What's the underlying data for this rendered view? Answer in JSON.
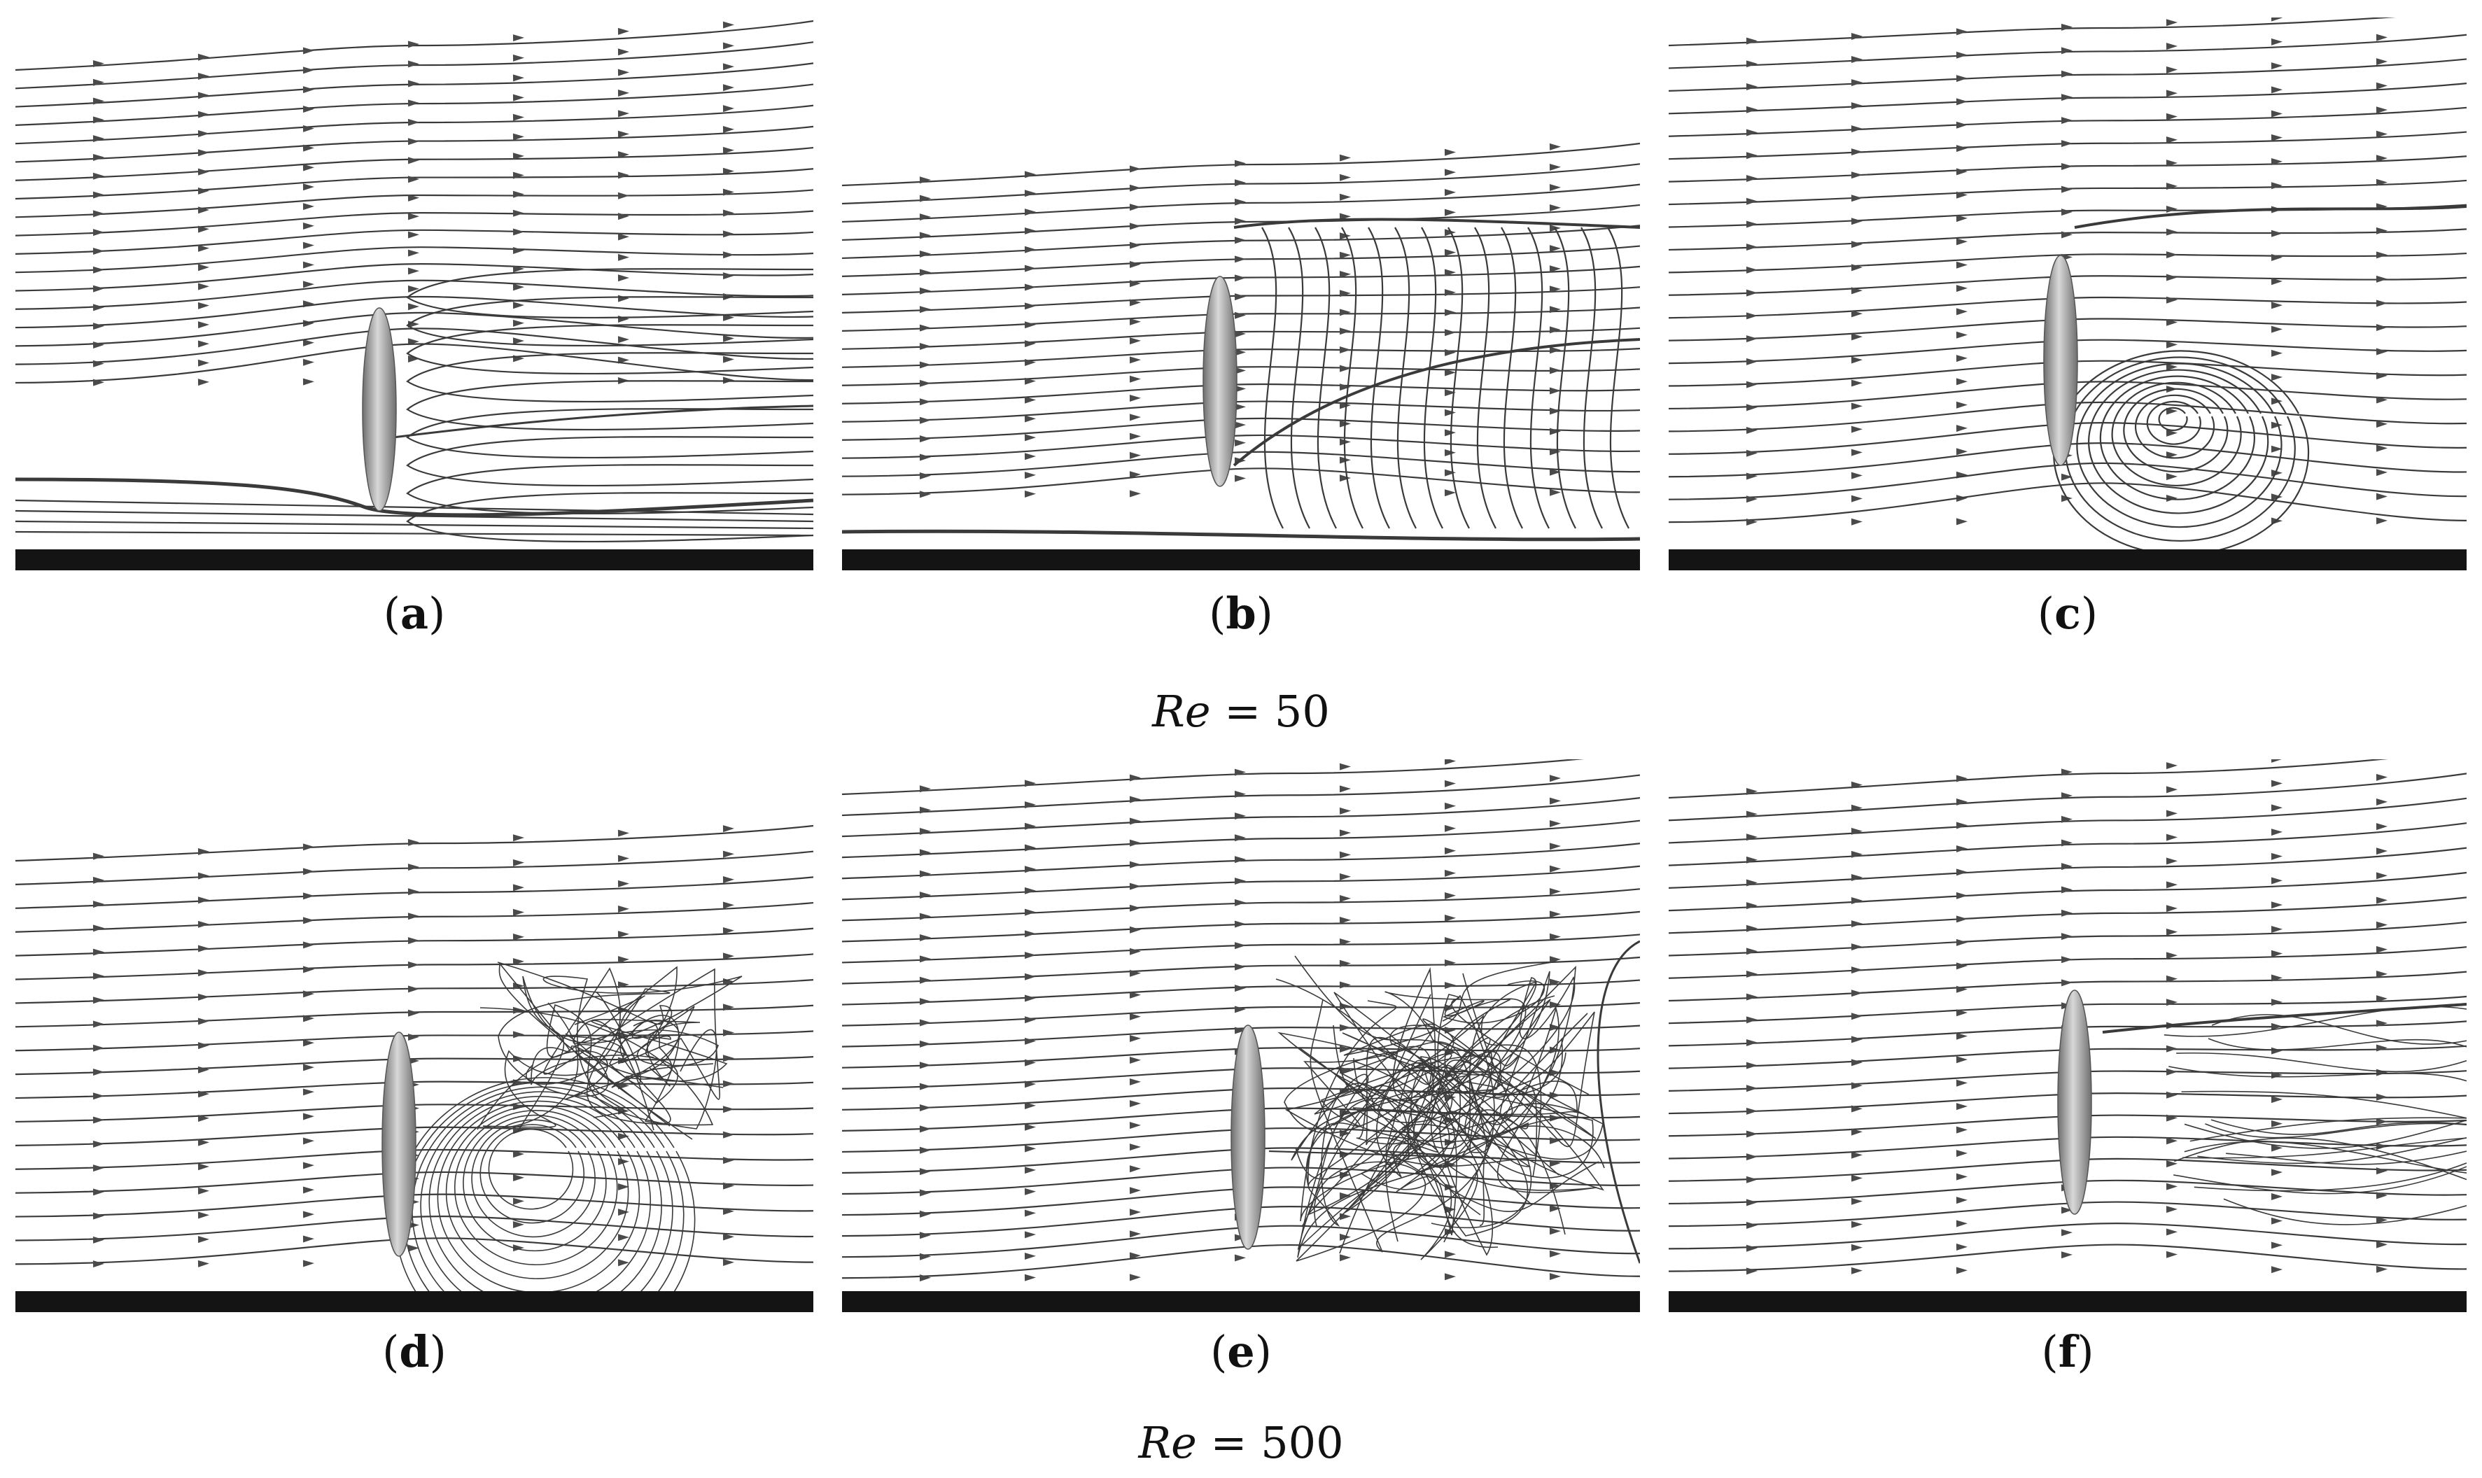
{
  "panels": [
    {
      "id": "a",
      "label": "a",
      "pattern": "attached-thin-wake"
    },
    {
      "id": "b",
      "label": "b",
      "pattern": "curved-wake"
    },
    {
      "id": "c",
      "label": "c",
      "pattern": "spiral-vortex"
    },
    {
      "id": "d",
      "label": "d",
      "pattern": "tangled-vortex"
    },
    {
      "id": "e",
      "label": "e",
      "pattern": "chaotic-wake"
    },
    {
      "id": "f",
      "label": "f",
      "pattern": "turbulent-streaks"
    }
  ],
  "groups": [
    {
      "re_symbol": "Re",
      "re_value": "= 50"
    },
    {
      "re_symbol": "Re",
      "re_value": "= 500"
    }
  ],
  "colors": {
    "wall": "#141414",
    "ellipse_dark": "#6e6e6e",
    "ellipse_light": "#d8d8d8",
    "streamline": "#3a3a3a"
  }
}
